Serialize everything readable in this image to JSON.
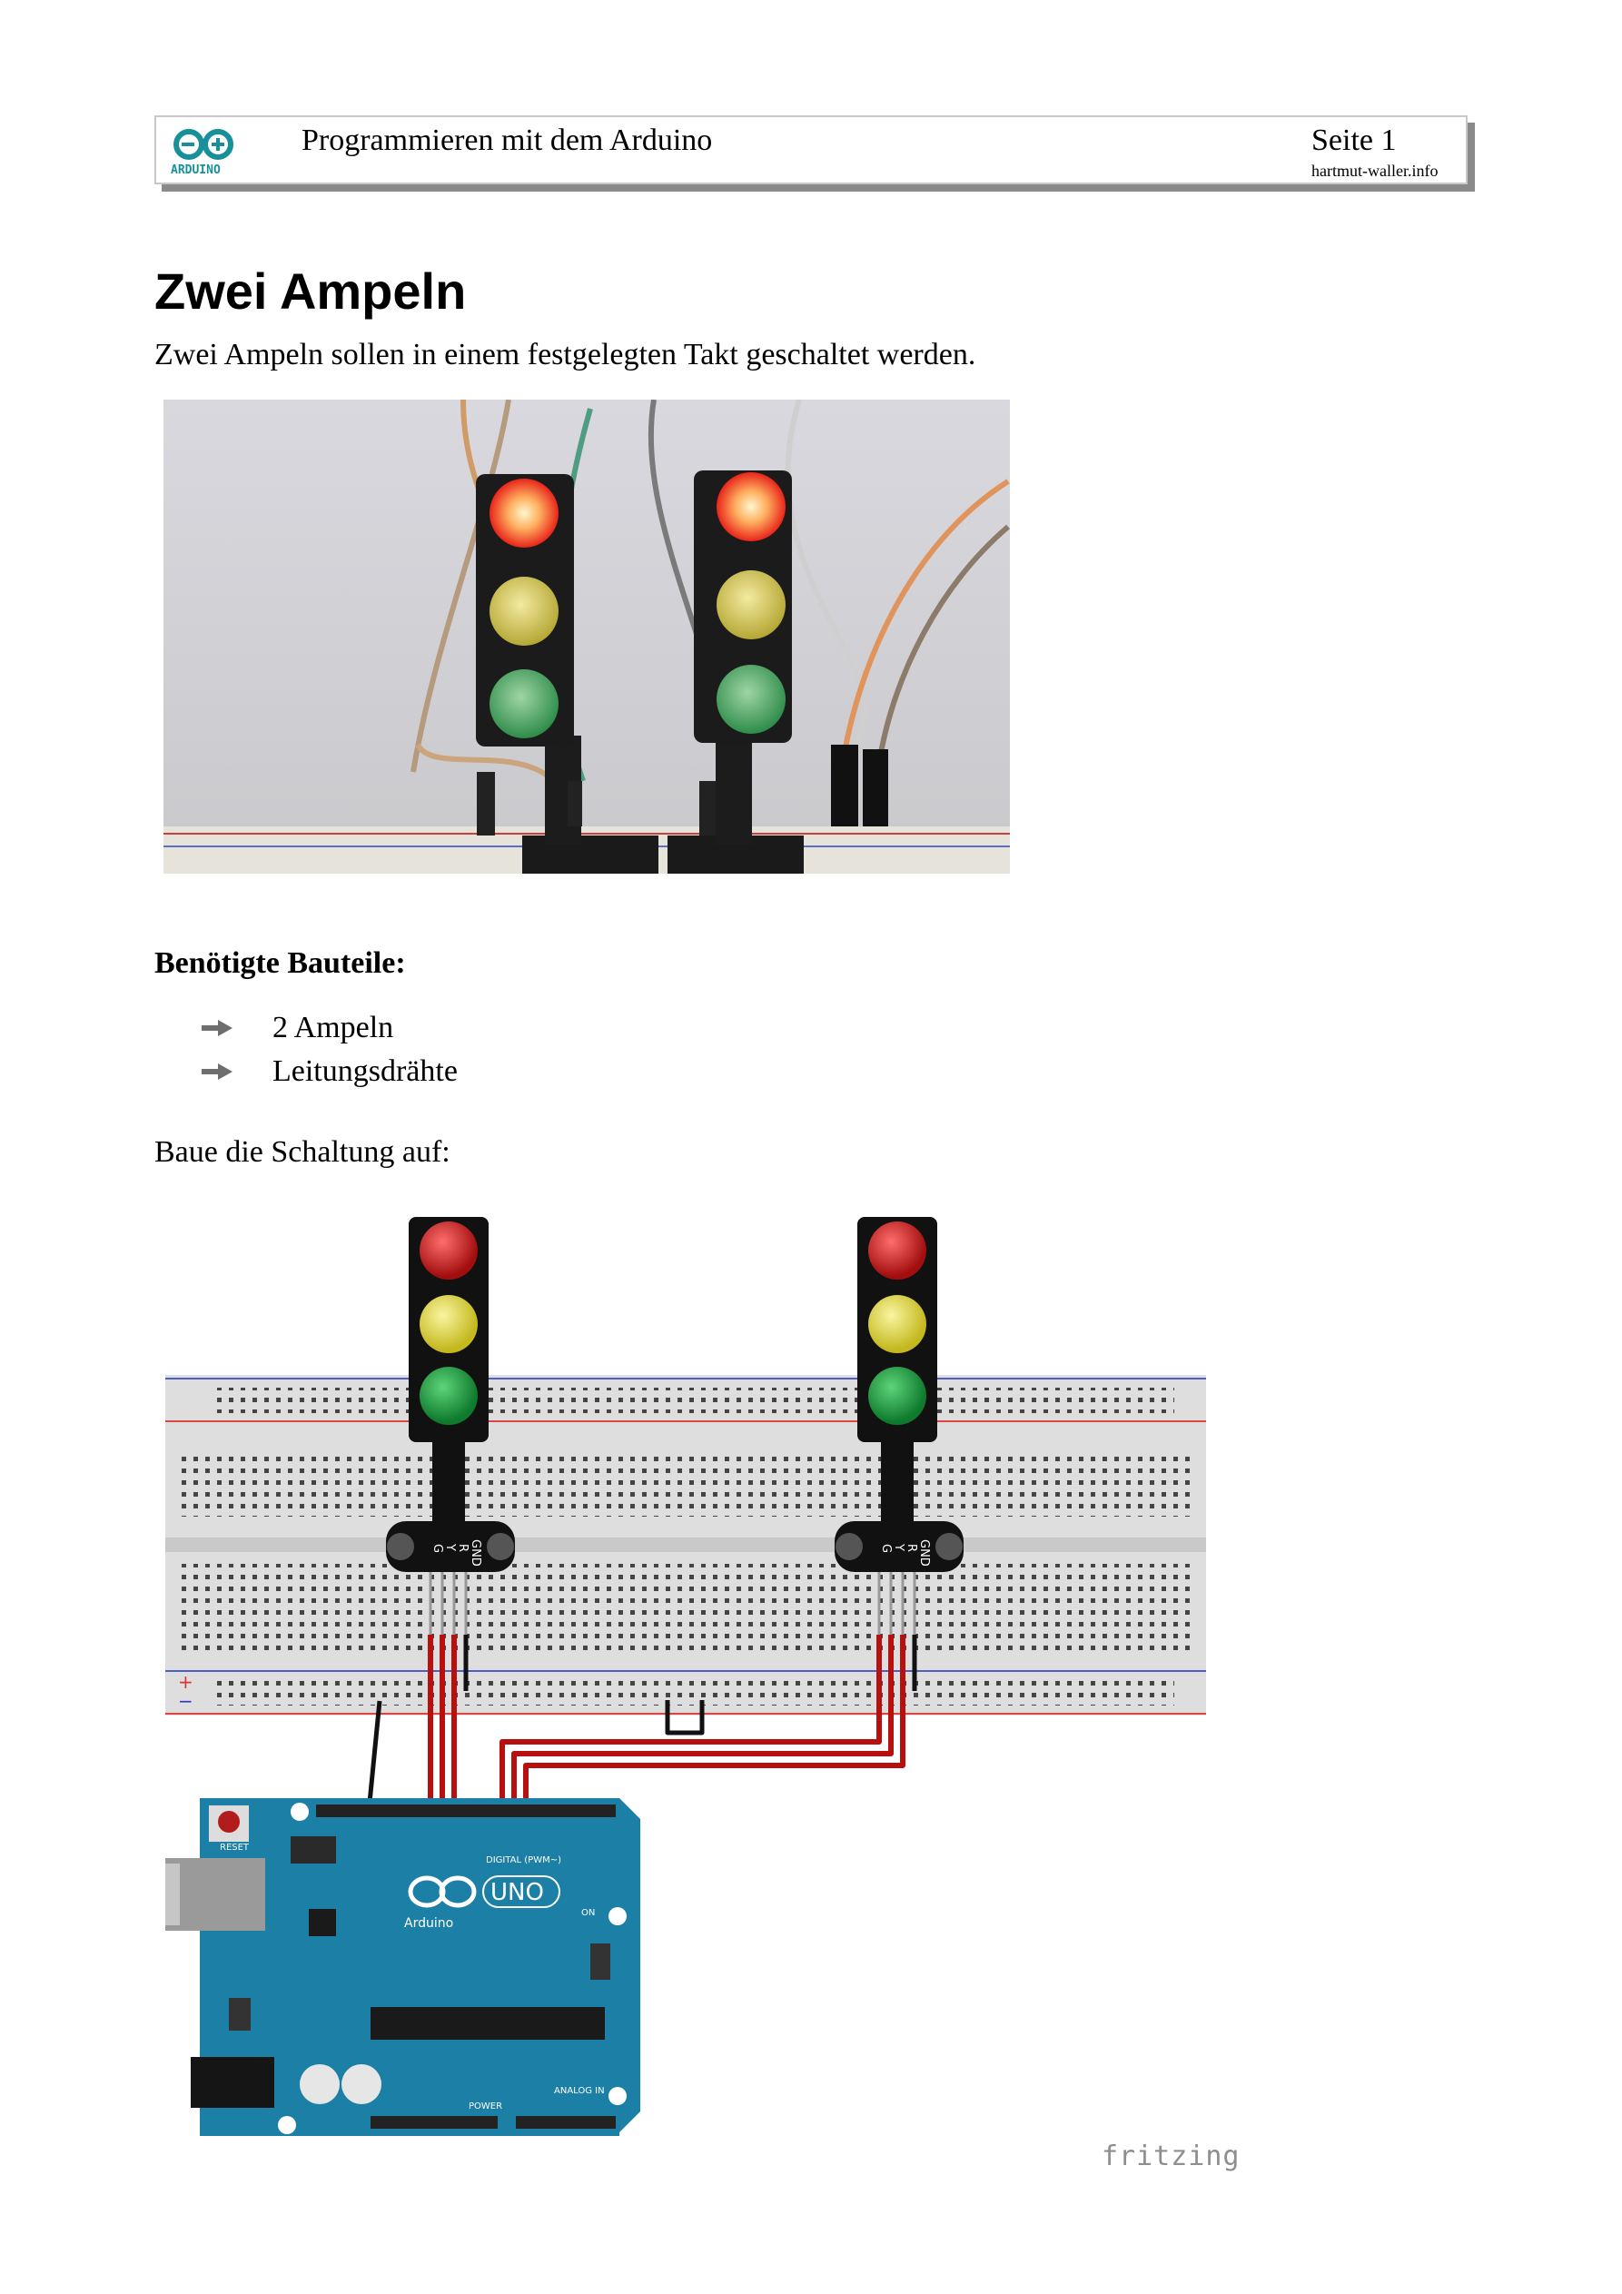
{
  "header": {
    "logo_text": "ARDUINO",
    "title": "Programmieren mit dem Arduino",
    "page": "Seite 1",
    "site": "hartmut-waller.info"
  },
  "heading": "Zwei Ampeln",
  "intro": "Zwei Ampeln sollen in einem festgelegten Takt geschaltet werden.",
  "parts": {
    "heading": "Benötigte Bauteile:",
    "items": [
      "2 Ampeln",
      "Leitungsdrähte"
    ]
  },
  "build_instruction": "Baue die Schaltung auf:",
  "circuit": {
    "pin_labels": [
      "GND",
      "R",
      "Y",
      "G"
    ],
    "board_text": "UNO",
    "board_brand": "Arduino",
    "reset_label": "RESET",
    "digital_label": "DIGITAL (PWM~)",
    "analog_label": "ANALOG IN",
    "power_label": "POWER",
    "on_label": "ON",
    "plus": "+",
    "minus": "−"
  },
  "footer_brand": "fritzing",
  "colors": {
    "board": "#1b7fa6",
    "wire_red": "#cc1111",
    "breadboard": "#e0e0e0",
    "arduino_logo": "#17909a"
  }
}
